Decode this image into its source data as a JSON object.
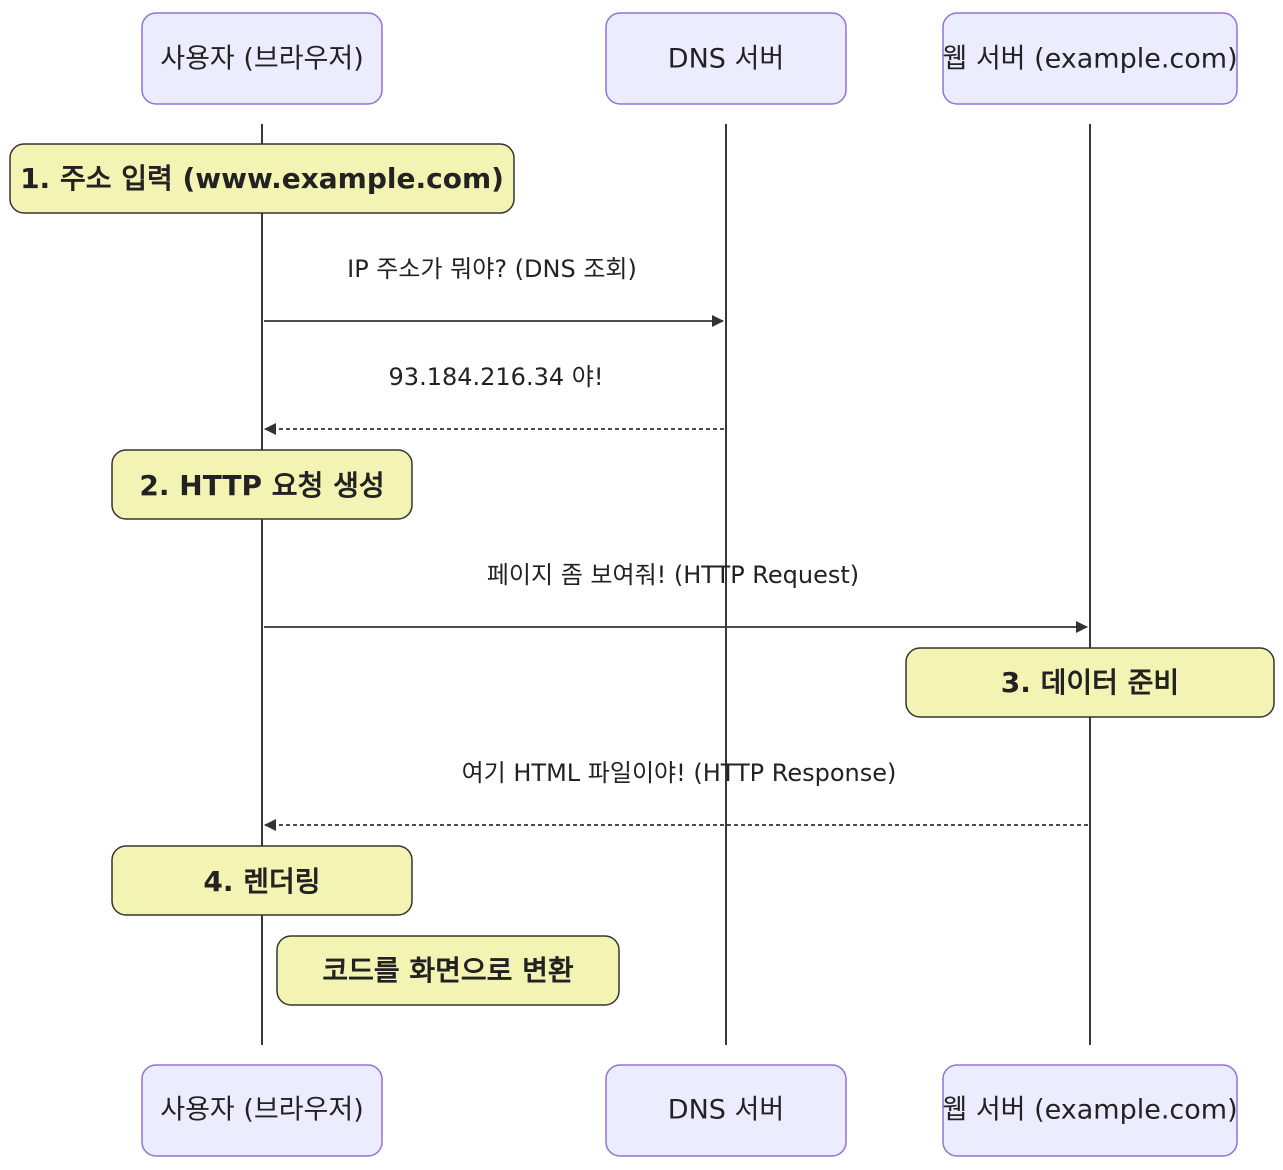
{
  "actors": [
    {
      "id": "user",
      "label": "사용자 (브라우저)"
    },
    {
      "id": "dns",
      "label": "DNS 서버"
    },
    {
      "id": "web",
      "label": "웹 서버 (example.com)"
    }
  ],
  "notes": [
    {
      "id": "note1",
      "text": "1. 주소 입력 (www.example.com)"
    },
    {
      "id": "note2",
      "text": "2. HTTP 요청 생성"
    },
    {
      "id": "note3",
      "text": "3. 데이터 준비"
    },
    {
      "id": "note4",
      "text": "4. 렌더링"
    },
    {
      "id": "note5",
      "text": "코드를 화면으로 변환"
    }
  ],
  "messages": [
    {
      "id": "msg1",
      "from": "user",
      "to": "dns",
      "text": "IP 주소가 뭐야? (DNS 조회)",
      "style": "solid"
    },
    {
      "id": "msg2",
      "from": "dns",
      "to": "user",
      "text": "93.184.216.34 야!",
      "style": "dotted"
    },
    {
      "id": "msg3",
      "from": "user",
      "to": "web",
      "text": "페이지 좀 보여줘! (HTTP Request)",
      "style": "solid"
    },
    {
      "id": "msg4",
      "from": "web",
      "to": "user",
      "text": "여기 HTML 파일이야! (HTTP Response)",
      "style": "dotted"
    }
  ],
  "colors": {
    "actor_fill": "#ececff",
    "actor_stroke": "#9370db",
    "note_fill": "#f3f4b3",
    "note_stroke": "#333333",
    "line": "#333333"
  }
}
